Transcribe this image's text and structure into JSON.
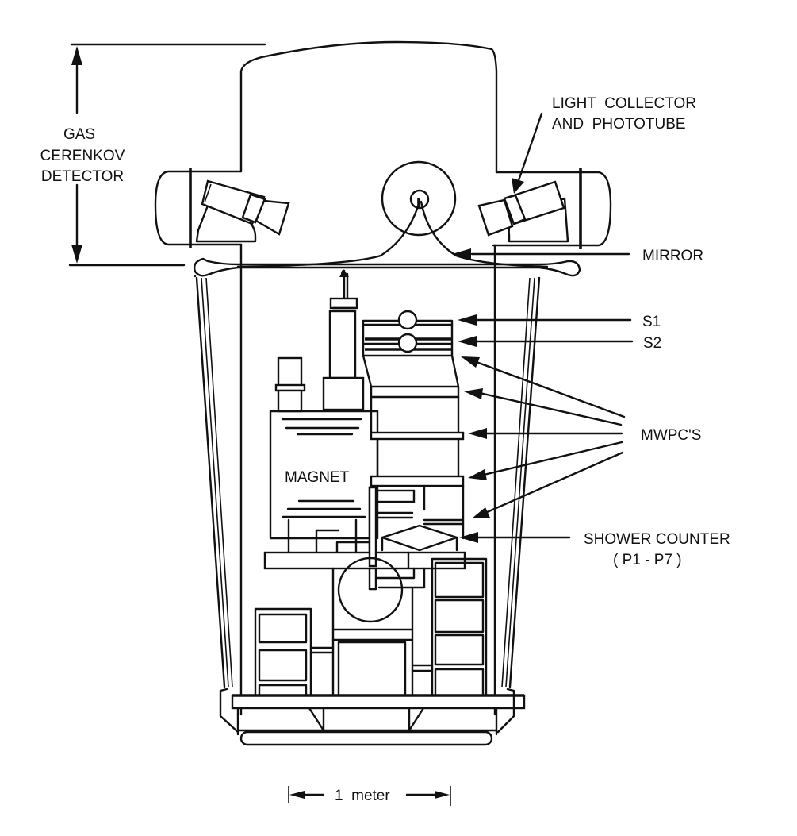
{
  "figure": {
    "description": "Cross-section of a balloon-borne detector payload with gas Cerenkov detector, magnet spectrometer, MWPCs, scintillators and shower counter",
    "ink_color": "#111111",
    "background_color": "#ffffff"
  },
  "labels": {
    "gas_cerenkov": [
      "GAS",
      "CERENKOV",
      "DETECTOR"
    ],
    "light_collector": [
      "LIGHT  COLLECTOR",
      "AND  PHOTOTUBE"
    ],
    "mirror": "MIRROR",
    "s1": "S1",
    "s2": "S2",
    "mwpcs": "MWPC'S",
    "magnet": "MAGNET",
    "shower_counter": [
      "SHOWER COUNTER",
      "( P1 - P7 )"
    ],
    "scale_bar": "1  meter"
  },
  "callouts": {
    "mwpc_arrow_count": 5,
    "scintillator_arrow_count": 2
  }
}
